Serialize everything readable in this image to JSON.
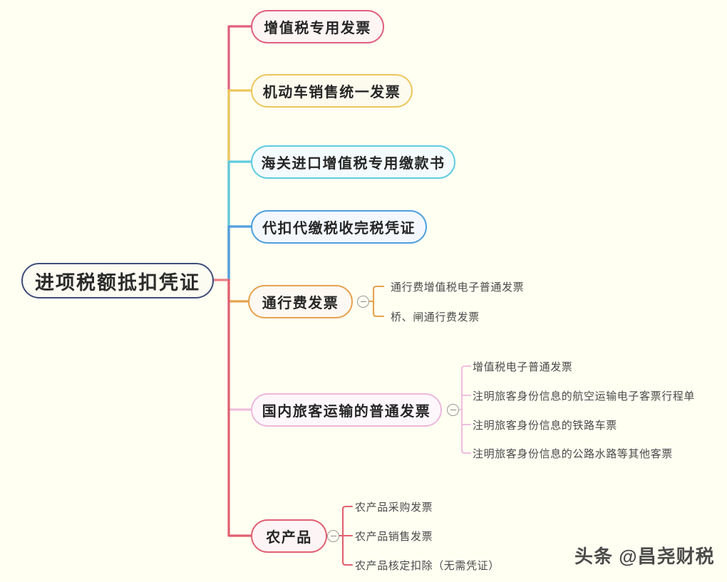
{
  "diagram": {
    "title": "进项税额抵扣凭证",
    "background_color": "#fffff2",
    "root": {
      "label": "进项税额抵扣凭证",
      "border_color": "#3f4e7a",
      "fill_color": "#fdfcf3"
    },
    "branches": [
      {
        "label": "增值税专用发票",
        "color": "#e0607e",
        "fill": "#fdf4f4",
        "toggle": false,
        "children": []
      },
      {
        "label": "机动车销售统一发票",
        "color": "#ecc85c",
        "fill": "#fdfaee",
        "toggle": false,
        "children": []
      },
      {
        "label": "海关进口增值税专用缴款书",
        "color": "#5ecbe0",
        "fill": "#f4fbfc",
        "toggle": false,
        "children": []
      },
      {
        "label": "代扣代缴税收完税凭证",
        "color": "#4f9fe0",
        "fill": "#f4f8fd",
        "toggle": false,
        "children": []
      },
      {
        "label": "通行费发票",
        "color": "#e6a24f",
        "fill": "#fdf8f1",
        "toggle": true,
        "toggle_state": "collapse",
        "children": [
          "通行费增值税电子普通发票",
          "桥、闸通行费发票"
        ]
      },
      {
        "label": "国内旅客运输的普通发票",
        "color": "#edb8dc",
        "fill": "#fdf7fb",
        "toggle": true,
        "toggle_state": "collapse",
        "children": [
          "增值税电子普通发票",
          "注明旅客身份信息的航空运输电子客票行程单",
          "注明旅客身份信息的铁路车票",
          "注明旅客身份信息的公路水路等其他客票"
        ]
      },
      {
        "label": "农产品",
        "color": "#e06070",
        "fill": "#fdf4f5",
        "toggle": true,
        "toggle_state": "collapse",
        "children": [
          "农产品采购发票",
          "农产品销售发票",
          "农产品核定扣除（无需凭证）"
        ]
      }
    ]
  },
  "watermark": {
    "text": "头条 @昌尧财税"
  }
}
